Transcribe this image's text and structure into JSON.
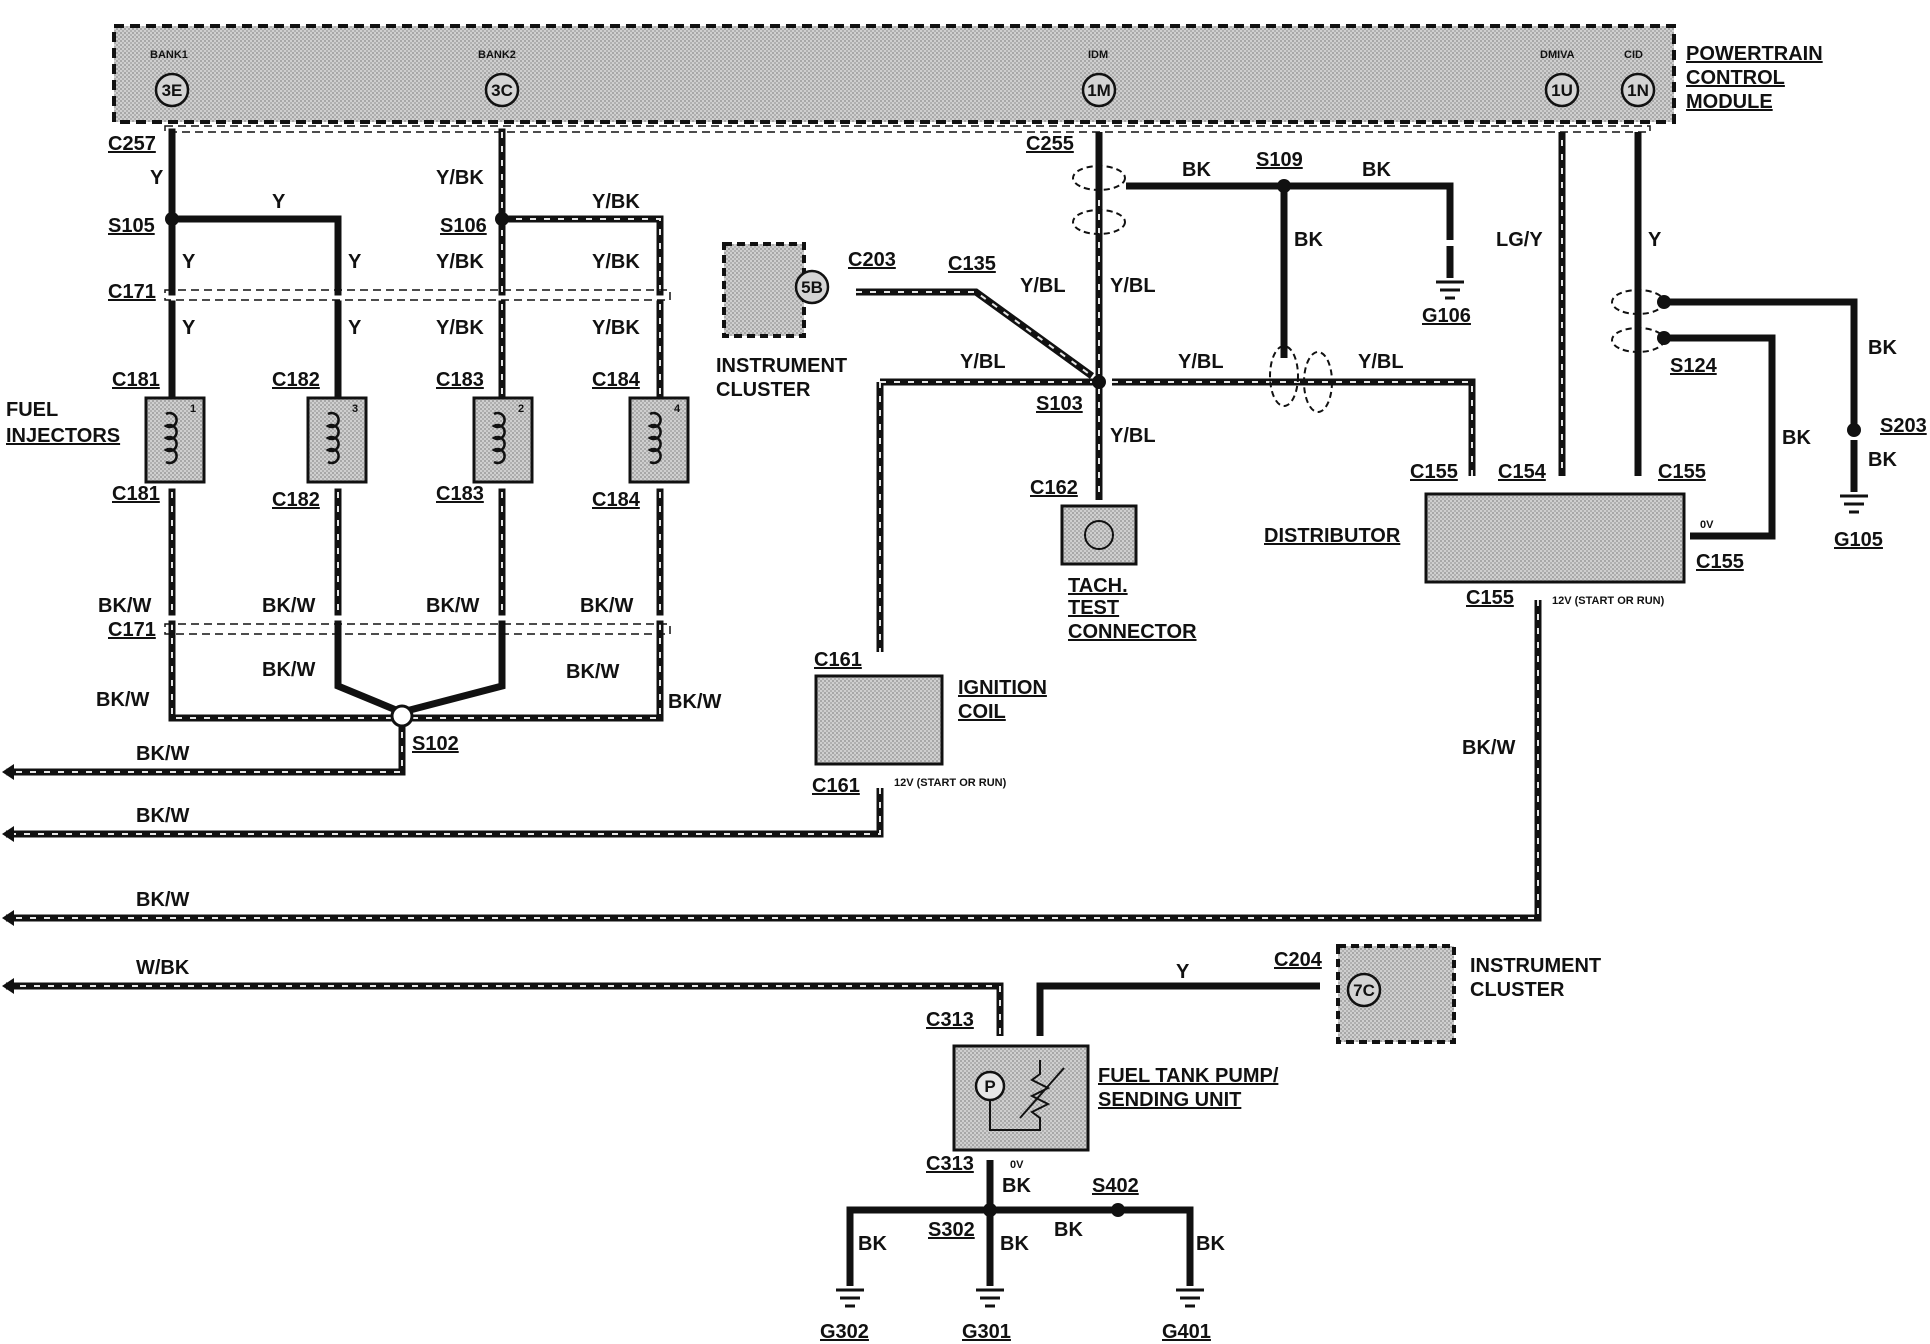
{
  "pcm": {
    "title_lines": [
      "POWERTRAIN",
      "CONTROL",
      "MODULE"
    ],
    "pins": [
      {
        "name": "BANK1",
        "id": "3E"
      },
      {
        "name": "BANK2",
        "id": "3C"
      },
      {
        "name": "IDM",
        "id": "1M"
      },
      {
        "name": "DMIVA",
        "id": "1U"
      },
      {
        "name": "CID",
        "id": "1N"
      }
    ]
  },
  "components": {
    "fuel_injectors": [
      "FUEL",
      "INJECTORS"
    ],
    "injector_numbers": [
      "1",
      "3",
      "2",
      "4"
    ],
    "instrument_cluster_1": {
      "lines": [
        "INSTRUMENT",
        "CLUSTER"
      ],
      "pin": "5B"
    },
    "instrument_cluster_2": {
      "lines": [
        "INSTRUMENT",
        "CLUSTER"
      ],
      "pin": "7C"
    },
    "tach_test_connector": [
      "TACH.",
      "TEST",
      "CONNECTOR"
    ],
    "distributor": "DISTRIBUTOR",
    "ignition_coil": [
      "IGNITION",
      "COIL"
    ],
    "fuel_pump": [
      "FUEL TANK PUMP/",
      "SENDING UNIT"
    ],
    "pump_symbol": "P"
  },
  "connectors": {
    "C257": "C257",
    "C171_top": "C171",
    "C171_bot": "C171",
    "C181_top": "C181",
    "C181_bot": "C181",
    "C182_top": "C182",
    "C182_bot": "C182",
    "C183_top": "C183",
    "C183_bot": "C183",
    "C184_top": "C184",
    "C184_bot": "C184",
    "C255": "C255",
    "C203": "C203",
    "C135": "C135",
    "C162": "C162",
    "C161_top": "C161",
    "C161_bot": "C161",
    "C155_a": "C155",
    "C154": "C154",
    "C155_b": "C155",
    "C155_c": "C155",
    "C155_d": "C155",
    "C204": "C204",
    "C313_top": "C313",
    "C313_bot": "C313"
  },
  "splices": {
    "S105": "S105",
    "S106": "S106",
    "S109": "S109",
    "S103": "S103",
    "S102": "S102",
    "S124": "S124",
    "S203": "S203",
    "S302": "S302",
    "S402": "S402"
  },
  "grounds": {
    "G106": "G106",
    "G105": "G105",
    "G302": "G302",
    "G301": "G301",
    "G401": "G401"
  },
  "wires": {
    "y": "Y",
    "ybk": "Y/BK",
    "ybl": "Y/BL",
    "bk": "BK",
    "bkw": "BK/W",
    "lgy": "LG/Y",
    "wbk": "W/BK"
  },
  "voltage": {
    "run12": "12V (START OR RUN)",
    "zero": "0V"
  },
  "colors": {
    "ink": "#111111",
    "module_fill": "#bdbdbd",
    "stripe_light": "#e6e6e6"
  }
}
